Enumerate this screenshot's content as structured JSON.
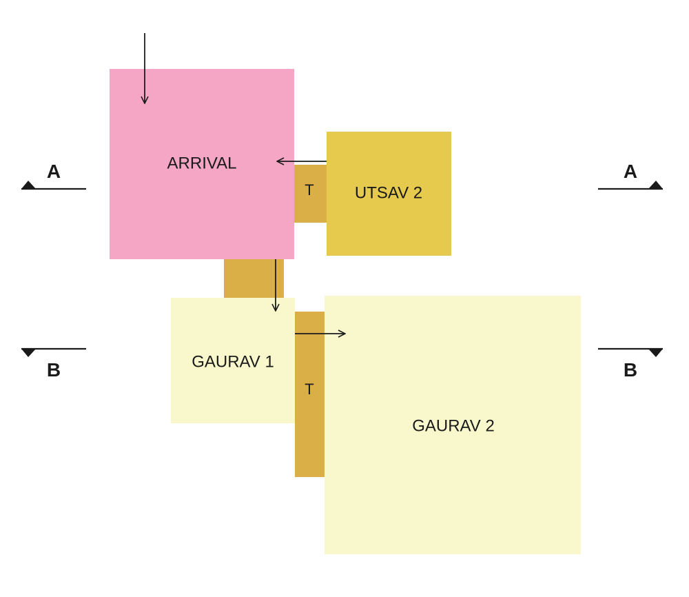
{
  "colors": {
    "arrival": "#f5a6c5",
    "utsav": "#e6ca4e",
    "gaurav": "#f8f8cc",
    "transition": "#dbaf47",
    "ink": "#1a1a1a"
  },
  "rooms": {
    "arrival": "ARRIVAL",
    "utsav2": "UTSAV 2",
    "gaurav1": "GAURAV 1",
    "gaurav2": "GAURAV 2"
  },
  "transitions": {
    "t1": "T",
    "t2": "T"
  },
  "section_markers": {
    "a_left": "A",
    "a_right": "A",
    "b_left": "B",
    "b_right": "B"
  }
}
